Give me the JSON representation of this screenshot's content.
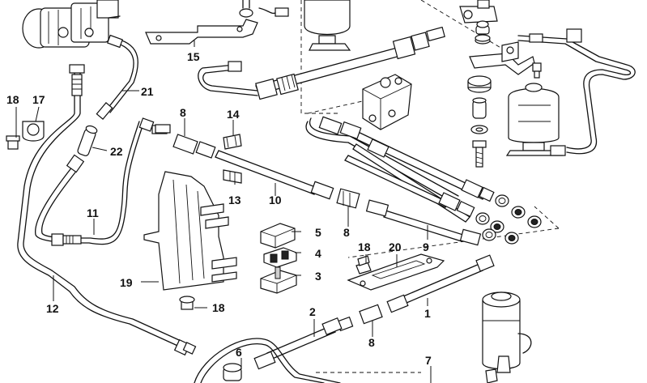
{
  "callouts": [
    {
      "id": "c1",
      "text": "1"
    },
    {
      "id": "c2",
      "text": "2"
    },
    {
      "id": "c3",
      "text": "3"
    },
    {
      "id": "c4",
      "text": "4"
    },
    {
      "id": "c5",
      "text": "5"
    },
    {
      "id": "c6",
      "text": "6"
    },
    {
      "id": "c7",
      "text": "7"
    },
    {
      "id": "c8a",
      "text": "8"
    },
    {
      "id": "c8b",
      "text": "8"
    },
    {
      "id": "c8c",
      "text": "8"
    },
    {
      "id": "c9",
      "text": "9"
    },
    {
      "id": "c10",
      "text": "10"
    },
    {
      "id": "c11",
      "text": "11"
    },
    {
      "id": "c12",
      "text": "12"
    },
    {
      "id": "c13",
      "text": "13"
    },
    {
      "id": "c14",
      "text": "14"
    },
    {
      "id": "c15",
      "text": "15"
    },
    {
      "id": "c17",
      "text": "17"
    },
    {
      "id": "c18a",
      "text": "18"
    },
    {
      "id": "c18b",
      "text": "18"
    },
    {
      "id": "c18c",
      "text": "18"
    },
    {
      "id": "c19",
      "text": "19"
    },
    {
      "id": "c20",
      "text": "20"
    },
    {
      "id": "c21",
      "text": "21"
    },
    {
      "id": "c22",
      "text": "22"
    }
  ]
}
